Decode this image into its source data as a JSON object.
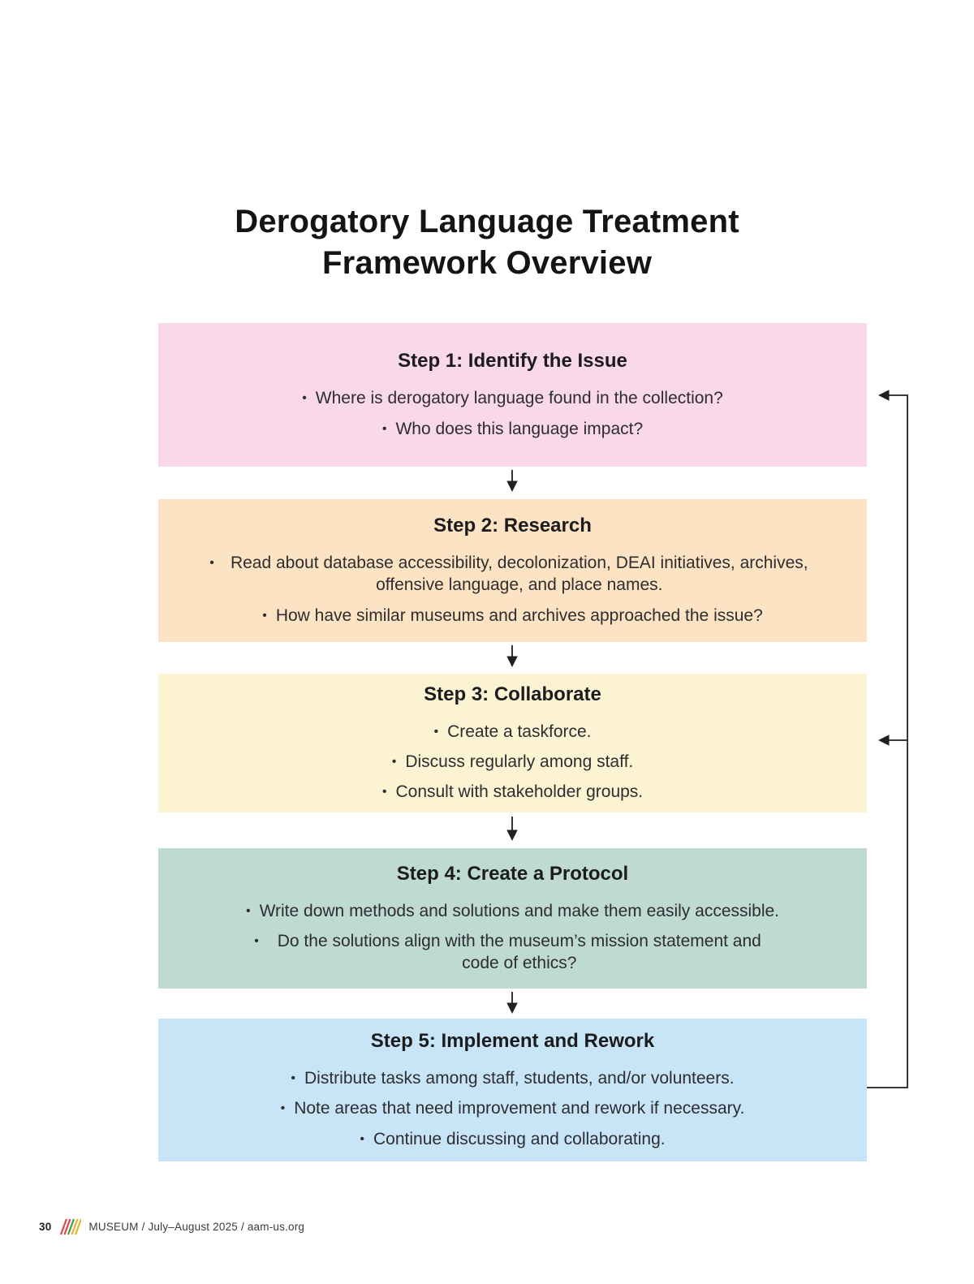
{
  "page": {
    "title_line1": "Derogatory Language Treatment",
    "title_line2": "Framework Overview"
  },
  "diagram": {
    "arrow_color": "#231f20"
  },
  "steps": [
    {
      "title": "Step 1: Identify the Issue",
      "color": "#f8d8e9",
      "bullets": [
        "Where is derogatory language found in the collection?",
        "Who does this language impact?"
      ]
    },
    {
      "title": "Step 2: Research",
      "color": "#fce3c4",
      "bullets": [
        "Read about database accessibility, decolonization, DEAI initiatives, archives, offensive language, and place names.",
        "How have similar museums and archives approached the issue?"
      ]
    },
    {
      "title": "Step 3: Collaborate",
      "color": "#fcf3d3",
      "bullets": [
        "Create a taskforce.",
        "Discuss regularly among staff.",
        "Consult with stakeholder groups."
      ]
    },
    {
      "title": "Step 4: Create a Protocol",
      "color": "#bfd9d3",
      "bullets": [
        "Write down methods and solutions and make them easily accessible.",
        "Do the solutions align with the museum’s mission statement and code of ethics?"
      ]
    },
    {
      "title": "Step 5: Implement and Rework",
      "color": "#c8e5f8",
      "bullets": [
        "Distribute tasks among staff, students, and/or volunteers.",
        "Note areas that need improvement and rework if necessary.",
        "Continue discussing and collaborating."
      ]
    }
  ],
  "footer": {
    "page_number": "30",
    "text": "MUSEUM / July–August 2025 / aam-us.org",
    "logo_colors": [
      "#e0474c",
      "#e0474c",
      "#3f9f4e",
      "#e3b432",
      "#e3b432"
    ]
  }
}
